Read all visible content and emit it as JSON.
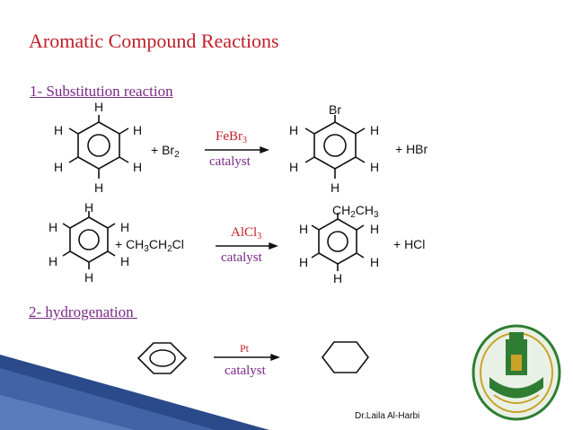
{
  "slide": {
    "title": "Aromatic Compound Reactions",
    "section1": "1- Substitution reaction",
    "section2": "2- hydrogenation ",
    "credit": "Dr.Laila Al-Harbi"
  },
  "reaction1": {
    "reagent_plus": "+ Br",
    "reagent_sub": "2",
    "catalyst_main": "FeBr",
    "catalyst_sub": "3",
    "catalyst_label": "catalyst",
    "product_sub": "Br",
    "byproduct": "+ HBr",
    "h": "H"
  },
  "reaction2": {
    "reagent_plus": "+ CH",
    "reagent_sub1": "3",
    "reagent_mid": "CH",
    "reagent_sub2": "2",
    "reagent_end": "Cl",
    "catalyst_main": "AlCl",
    "catalyst_sub": "3",
    "catalyst_label": "catalyst",
    "product_sub_a": "CH",
    "product_sub_b": "2",
    "product_sub_c": "CH",
    "product_sub_d": "3",
    "byproduct": "+ HCl",
    "h": "H"
  },
  "reaction3": {
    "catalyst_main": "Pt",
    "catalyst_label": "catalyst"
  },
  "colors": {
    "title": "#c0202a",
    "heading": "#7a2a86",
    "logo_green": "#2e7d32",
    "logo_gold": "#c9a227",
    "corner_blue": "#2a4a8a"
  }
}
